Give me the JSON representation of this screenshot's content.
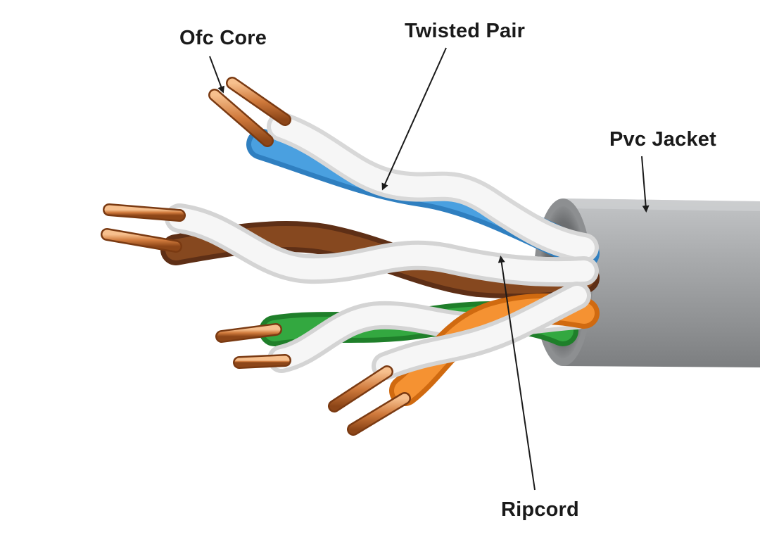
{
  "labels": {
    "ofc_core": "Ofc Core",
    "twisted_pair": "Twisted Pair",
    "pvc_jacket": "Pvc Jacket",
    "ripcord": "Ripcord"
  },
  "colors": {
    "jacket": "#9fa1a3",
    "copper": "#c9743a",
    "blue": "#3f94d6",
    "brown": "#7a4022",
    "green": "#2fa23a",
    "orange": "#f08a22",
    "white_insulation": "#f4f4f4",
    "leader_line": "#1a1a1a"
  }
}
